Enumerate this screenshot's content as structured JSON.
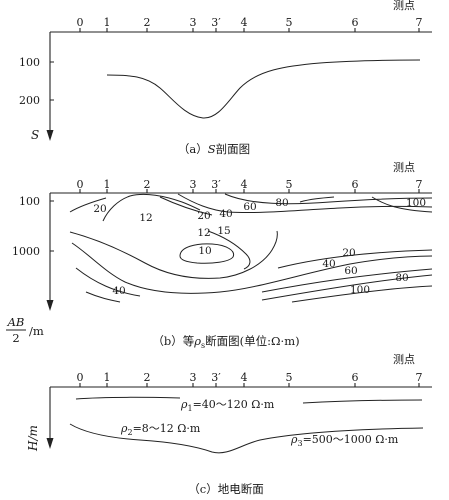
{
  "figure": {
    "survey_point_label": "测点",
    "points": [
      "0",
      "1",
      "2",
      "3",
      "3′",
      "4",
      "5",
      "6",
      "7"
    ]
  },
  "panel_a": {
    "y_axis_label": "S",
    "y_ticks": [
      "100",
      "200"
    ],
    "caption_prefix": "（a）",
    "caption_var": "S",
    "caption_rest": "剖面图"
  },
  "panel_b": {
    "y_ticks": [
      "100",
      "1000"
    ],
    "y_label_num": "AB",
    "y_label_den": "2",
    "y_label_unit": "/m",
    "contour_labels": [
      "20",
      "12",
      "20",
      "40",
      "60",
      "80",
      "100",
      "12",
      "15",
      "10",
      "20",
      "40",
      "60",
      "80",
      "100",
      "40"
    ],
    "caption_prefix": "（b）等",
    "caption_rho": "ρ",
    "caption_sub": "s",
    "caption_rest": "断面图(单位:Ω·m)"
  },
  "panel_c": {
    "y_axis_label": "H/m",
    "layers": [
      {
        "sym": "ρ",
        "sub": "1",
        "text": "=40～120 Ω·m"
      },
      {
        "sym": "ρ",
        "sub": "2",
        "text": "=8～12 Ω·m"
      },
      {
        "sym": "ρ",
        "sub": "3",
        "text": "=500～1000 Ω·m"
      }
    ],
    "caption": "（c）地电断面"
  }
}
